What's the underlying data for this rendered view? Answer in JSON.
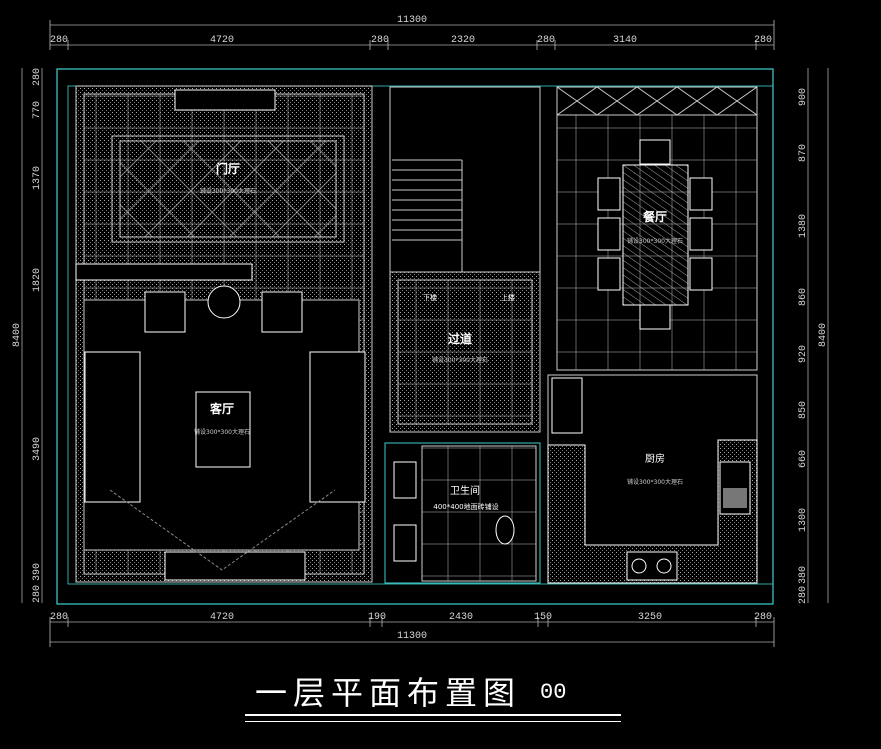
{
  "drawing": {
    "title": "一层平面布置图",
    "scale_label": "00"
  },
  "dimensions": {
    "top_total": "11300",
    "top": [
      "280",
      "4720",
      "280",
      "2320",
      "280",
      "3140",
      "280"
    ],
    "bottom_total": "11300",
    "bottom": [
      "280",
      "4720",
      "190",
      "2430",
      "150",
      "3250",
      "280"
    ],
    "left_total": "8400",
    "left": [
      "280",
      "770",
      "1370",
      "1820",
      "3490",
      "390",
      "280"
    ],
    "right_total": "8400",
    "right": [
      "900",
      "870",
      "1380",
      "860",
      "920",
      "850",
      "660",
      "1300",
      "380",
      "280"
    ]
  },
  "rooms": {
    "entry": {
      "name": "门厅",
      "note": "铺设300*300大理石"
    },
    "living": {
      "name": "客厅",
      "note": "铺设300*300大理石"
    },
    "corridor": {
      "name": "过道",
      "note": "铺设300*300大理石",
      "down": "下楼",
      "up": "上楼"
    },
    "bathroom": {
      "name": "卫生间",
      "note": "400*400地面砖铺设"
    },
    "dining": {
      "name": "餐厅",
      "note": "铺设300*300大理石"
    },
    "kitchen": {
      "name": "厨房",
      "note": "铺设300*300大理石"
    }
  },
  "colors": {
    "wall": "#3fd0d0",
    "line": "#d0d0d0",
    "background": "#000000"
  }
}
